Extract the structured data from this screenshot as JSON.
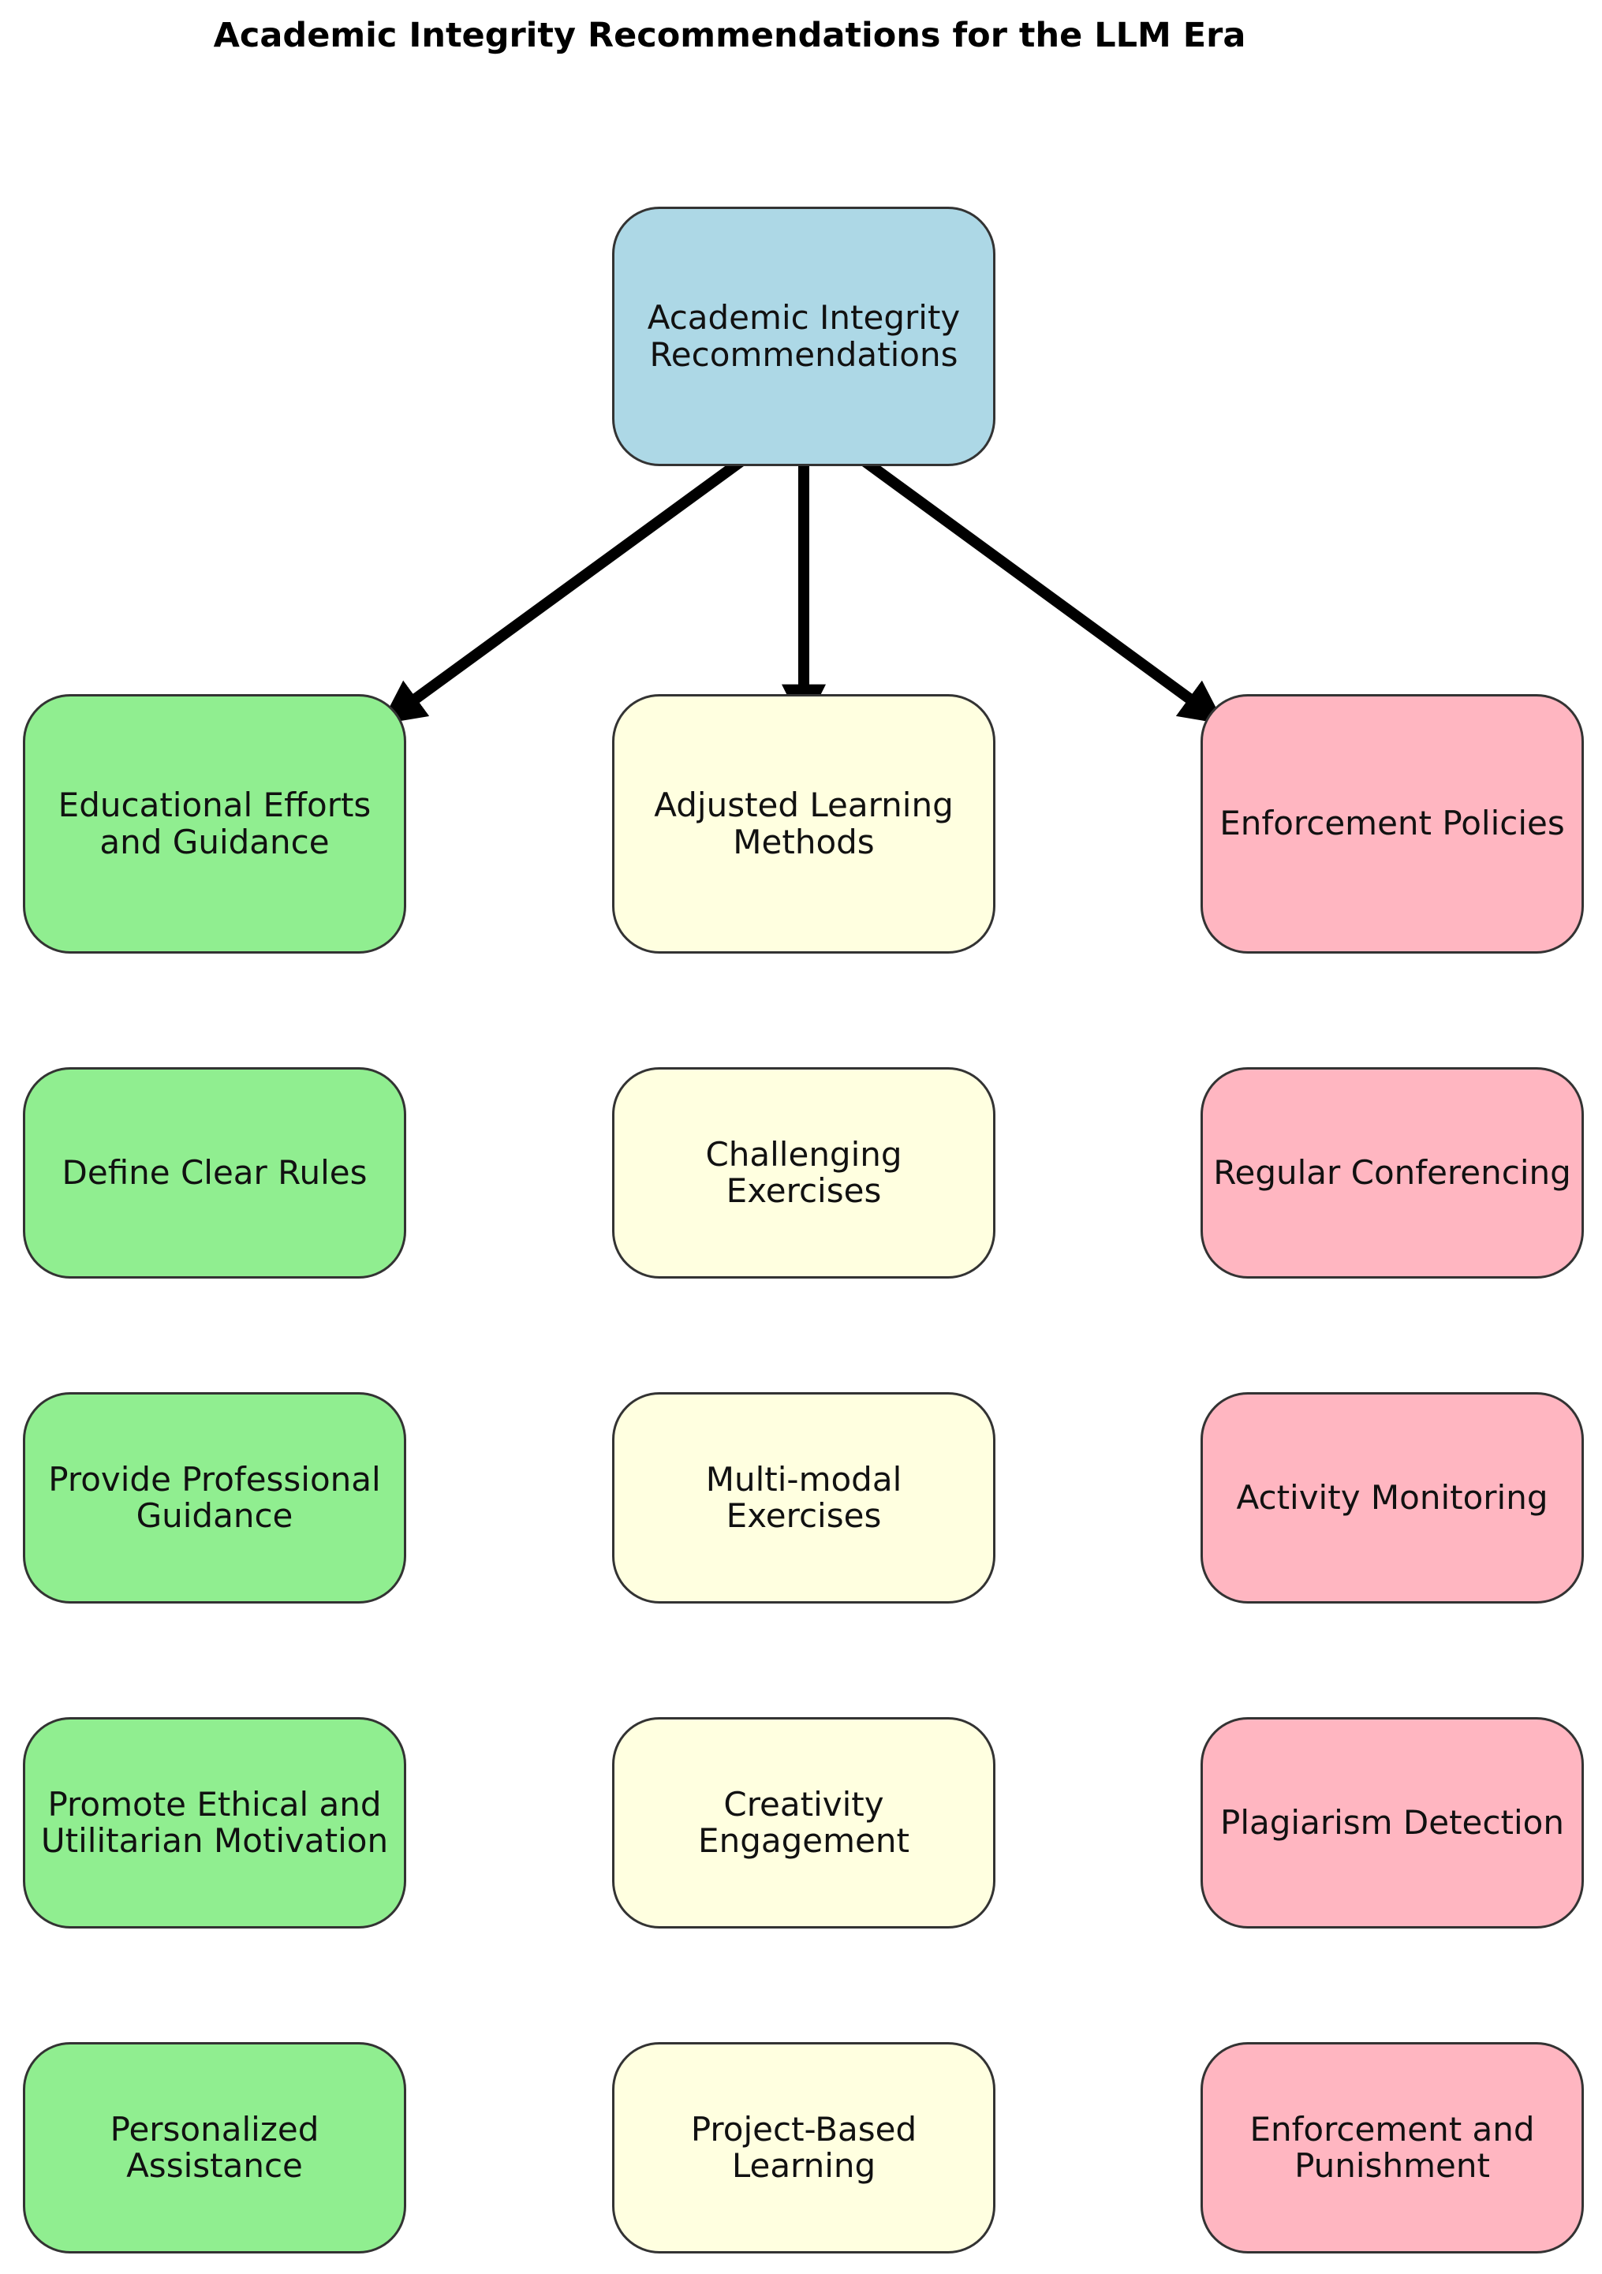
{
  "title": "Academic Integrity Recommendations for the LLM Era",
  "root": {
    "label": "Academic Integrity\nRecommendations",
    "color": "#add8e6"
  },
  "columns": [
    {
      "header": "Educational Efforts\nand Guidance",
      "color": "#90ee90",
      "items": [
        "Define Clear Rules",
        "Provide Professional\nGuidance",
        "Promote Ethical and\nUtilitarian Motivation",
        "Personalized\nAssistance"
      ]
    },
    {
      "header": "Adjusted Learning\nMethods",
      "color": "#ffffe0",
      "items": [
        "Challenging\nExercises",
        "Multi-modal\nExercises",
        "Creativity\nEngagement",
        "Project-Based\nLearning"
      ]
    },
    {
      "header": "Enforcement Policies",
      "color": "#ffb6c1",
      "items": [
        "Regular Conferencing",
        "Activity Monitoring",
        "Plagiarism Detection",
        "Enforcement and\nPunishment"
      ]
    }
  ]
}
